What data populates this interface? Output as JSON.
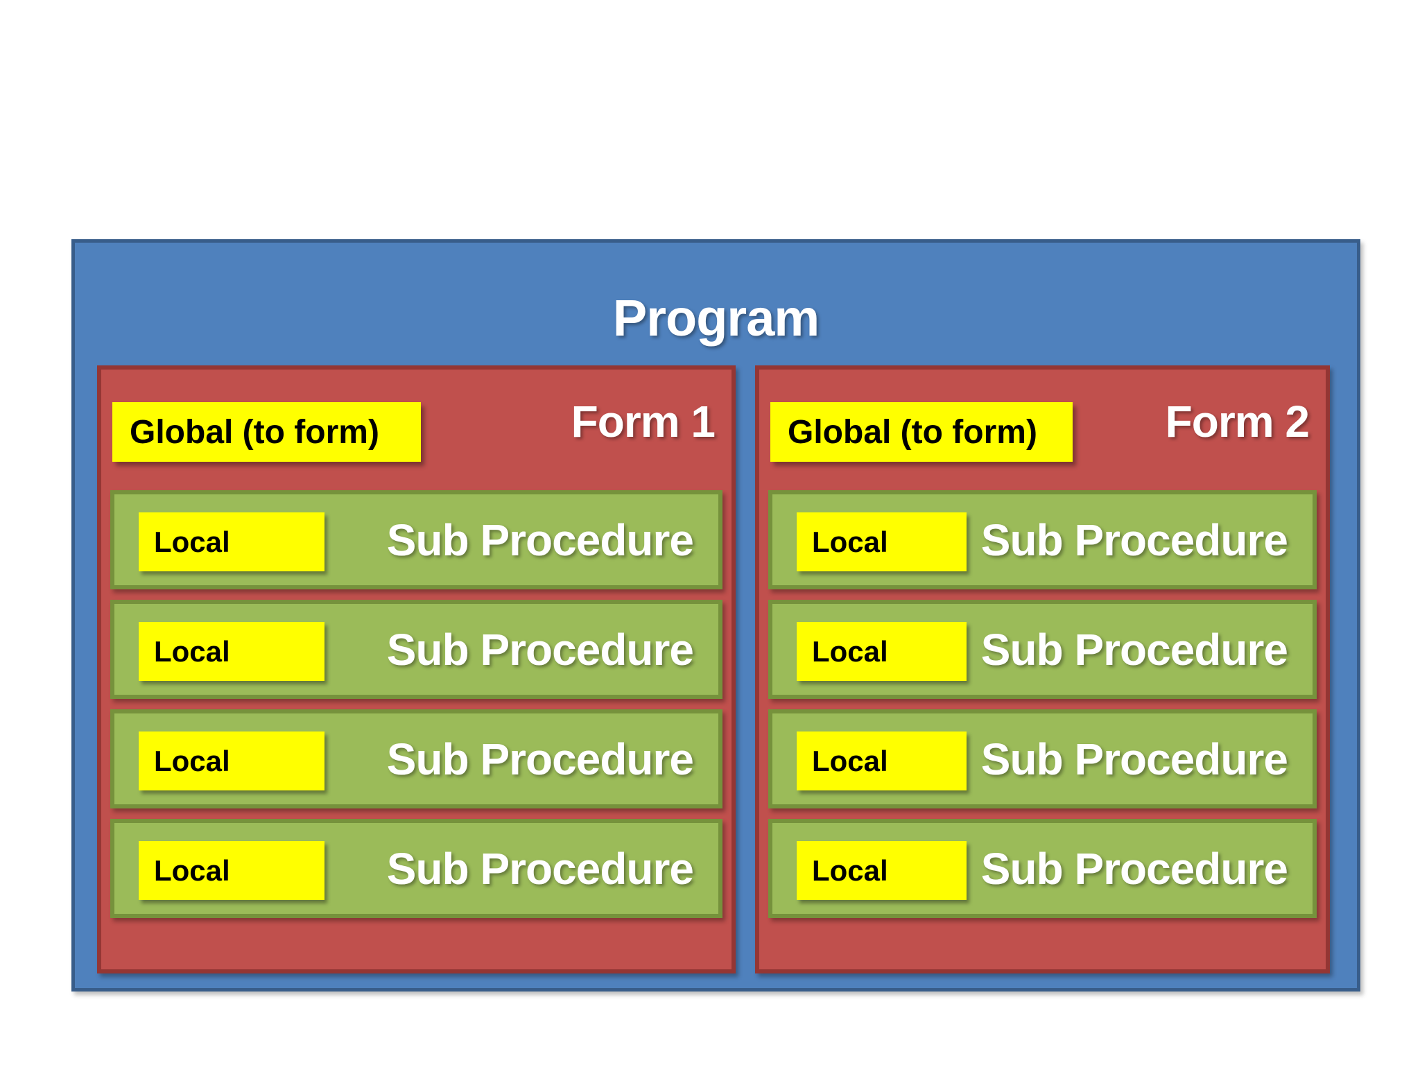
{
  "program": {
    "title": "Program",
    "forms": [
      {
        "title": "Form 1",
        "global_label": "Global (to form)",
        "sub_procedures": [
          {
            "local_label": "Local",
            "name": "Sub Procedure"
          },
          {
            "local_label": "Local",
            "name": "Sub Procedure"
          },
          {
            "local_label": "Local",
            "name": "Sub Procedure"
          },
          {
            "local_label": "Local",
            "name": "Sub Procedure"
          }
        ]
      },
      {
        "title": "Form 2",
        "global_label": "Global (to form)",
        "sub_procedures": [
          {
            "local_label": "Local",
            "name": "Sub Procedure"
          },
          {
            "local_label": "Local",
            "name": "Sub Procedure"
          },
          {
            "local_label": "Local",
            "name": "Sub Procedure"
          },
          {
            "local_label": "Local",
            "name": "Sub Procedure"
          }
        ]
      }
    ]
  },
  "colors": {
    "program_fill": "#4F81BD",
    "program_border": "#385D8A",
    "form_fill": "#C0504D",
    "form_border": "#943634",
    "sub_procedure_fill": "#9BBB59",
    "sub_procedure_border": "#76923C",
    "variable_fill": "#FFFF00",
    "title_text": "#FFFFFF",
    "variable_text": "#000000",
    "page_background": "#FFFFFF"
  }
}
